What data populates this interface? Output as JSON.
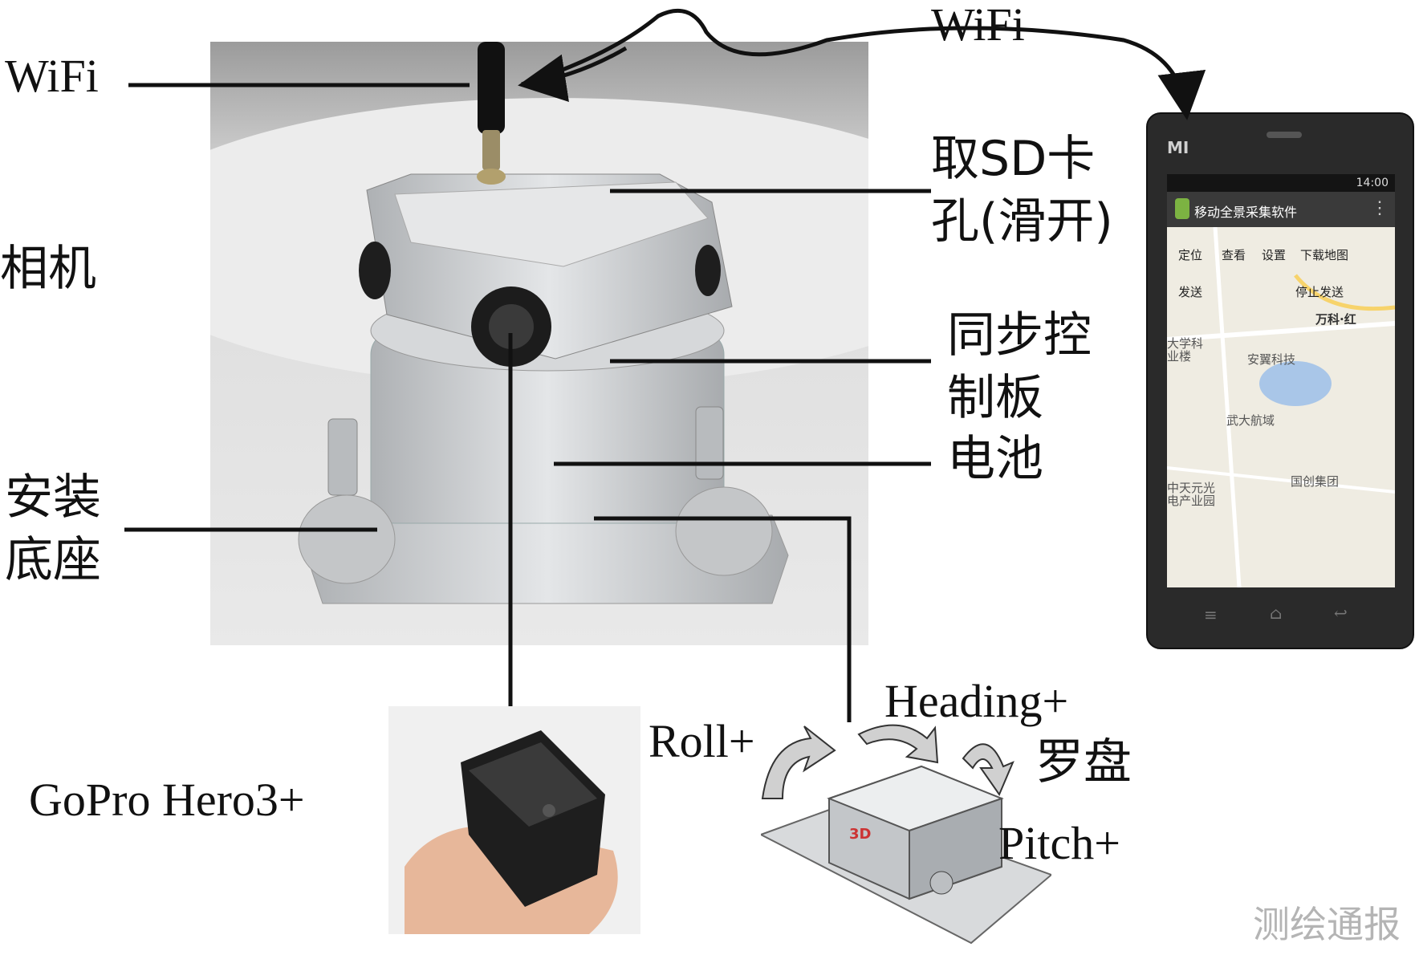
{
  "labels": {
    "wifi_left": "WiFi",
    "wifi_top": "WiFi",
    "camera": "相机",
    "sd_slot_line1": "取SD卡",
    "sd_slot_line2": "孔(滑开)",
    "sync_board_line1": "同步控",
    "sync_board_line2": "制板",
    "battery": "电池",
    "mount_line1": "安装",
    "mount_line2": "底座",
    "gopro": "GoPro Hero3+",
    "roll": "Roll+",
    "heading": "Heading+",
    "compass": "罗盘",
    "pitch": "Pitch+"
  },
  "phone": {
    "brand": "MI",
    "status_time": "14:00",
    "app_title": "移动全景采集软件",
    "buttons": [
      "定位",
      "查看",
      "设置",
      "下载地图",
      "发送",
      "停止发送"
    ],
    "map_labels": [
      "万科·红",
      "安翼科技",
      "武大航域",
      "国创集团",
      "中天元光",
      "电产业园",
      "大学科",
      "业楼"
    ]
  },
  "compass_module": {
    "marking": "3D"
  },
  "watermark": "测绘通报",
  "colors": {
    "line": "#111111",
    "phone_body": "#2a2a2a",
    "phone_screen": "#f2efe8",
    "app_bar": "#3a3a3a",
    "photo_bg": "#d8d8d8",
    "metal": "#c9cbcd"
  }
}
